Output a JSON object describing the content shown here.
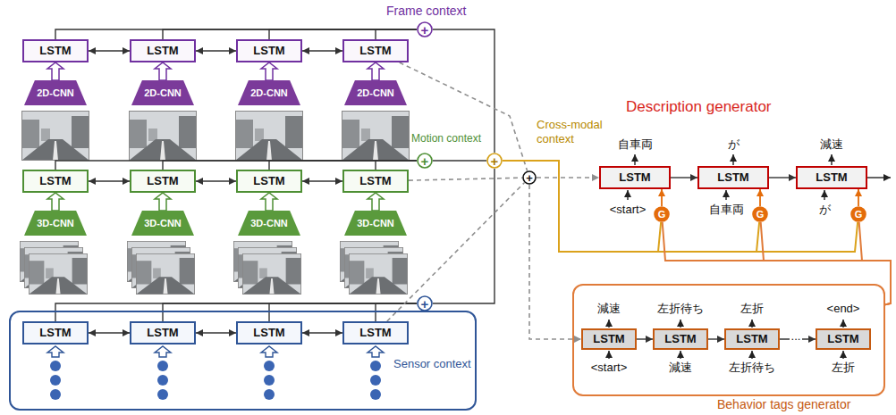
{
  "diagram": {
    "nodes": [
      {
        "text": [
          "LSTM"
        ]
      },
      {
        "text": [
          "LSTM"
        ]
      },
      {
        "text": [
          "LSTM"
        ]
      },
      {
        "text": [
          "LSTM"
        ]
      },
      {
        "text": [
          "2D-CNN"
        ]
      },
      {
        "text": [
          "2D-CNN"
        ]
      },
      {
        "text": [
          "2D-CNN"
        ]
      },
      {
        "text": [
          "2D-CNN"
        ]
      },
      {
        "text": [
          "+"
        ]
      },
      {
        "text": [
          "LSTM"
        ]
      },
      {
        "text": [
          "LSTM"
        ]
      },
      {
        "text": [
          "LSTM"
        ]
      },
      {
        "text": [
          "LSTM"
        ]
      },
      {
        "text": [
          "3D-CNN"
        ]
      },
      {
        "text": [
          "3D-CNN"
        ]
      },
      {
        "text": [
          "3D-CNN"
        ]
      },
      {
        "text": [
          "3D-CNN"
        ]
      },
      {
        "text": [
          "+"
        ]
      },
      {
        "text": [
          "+"
        ]
      },
      {
        "text": [
          "+"
        ]
      },
      {
        "text": [
          "Sensor context"
        ]
      },
      {
        "text": [
          "LSTM"
        ],
        "in": 20
      },
      {
        "text": [
          "LSTM"
        ],
        "in": 20
      },
      {
        "text": [
          "LSTM"
        ],
        "in": 20
      },
      {
        "text": [
          "LSTM"
        ],
        "in": 20
      },
      {
        "text": [
          "+"
        ]
      },
      {
        "text": [
          "LSTM"
        ]
      },
      {
        "text": [
          "LSTM"
        ]
      },
      {
        "text": [
          "LSTM"
        ]
      },
      {
        "text": [
          "G"
        ]
      },
      {
        "text": [
          "G"
        ]
      },
      {
        "text": [
          "G"
        ]
      },
      {
        "text": [
          "Behavior tags generator"
        ]
      },
      {
        "text": [
          "LSTM"
        ],
        "in": 32
      },
      {
        "text": [
          "LSTM"
        ],
        "in": 32
      },
      {
        "text": [
          "LSTM"
        ],
        "in": 32
      },
      {
        "text": [
          "LSTM"
        ],
        "in": 32
      }
    ],
    "edges": [
      {
        "from": 0,
        "to": 1,
        "arrow": "both"
      },
      {
        "from": 1,
        "to": 2,
        "arrow": "both"
      },
      {
        "from": 2,
        "to": 3,
        "arrow": "both"
      },
      {
        "from": 4,
        "to": 0,
        "arrow": "to"
      },
      {
        "from": 5,
        "to": 1,
        "arrow": "to"
      },
      {
        "from": 6,
        "to": 2,
        "arrow": "to"
      },
      {
        "from": 7,
        "to": 3,
        "arrow": "to"
      },
      {
        "from": 0,
        "to": 8,
        "arrow": "none"
      },
      {
        "from": 1,
        "to": 8,
        "arrow": "none"
      },
      {
        "from": 2,
        "to": 8,
        "arrow": "none"
      },
      {
        "from": 3,
        "to": 8,
        "arrow": "none"
      },
      {
        "from": 9,
        "to": 10,
        "arrow": "both"
      },
      {
        "from": 10,
        "to": 11,
        "arrow": "both"
      },
      {
        "from": 11,
        "to": 12,
        "arrow": "both"
      },
      {
        "from": 13,
        "to": 9,
        "arrow": "to"
      },
      {
        "from": 14,
        "to": 10,
        "arrow": "to"
      },
      {
        "from": 15,
        "to": 11,
        "arrow": "to"
      },
      {
        "from": 16,
        "to": 12,
        "arrow": "to"
      },
      {
        "from": 9,
        "to": 17,
        "arrow": "none"
      },
      {
        "from": 10,
        "to": 17,
        "arrow": "none"
      },
      {
        "from": 11,
        "to": 17,
        "arrow": "none"
      },
      {
        "from": 12,
        "to": 17,
        "arrow": "none"
      },
      {
        "from": 21,
        "to": 22,
        "arrow": "both"
      },
      {
        "from": 22,
        "to": 23,
        "arrow": "both"
      },
      {
        "from": 23,
        "to": 24,
        "arrow": "both"
      },
      {
        "from": 21,
        "to": 25,
        "arrow": "none"
      },
      {
        "from": 22,
        "to": 25,
        "arrow": "none"
      },
      {
        "from": 23,
        "to": 25,
        "arrow": "none"
      },
      {
        "from": 24,
        "to": 25,
        "arrow": "none"
      },
      {
        "from": 8,
        "to": 18,
        "arrow": "none"
      },
      {
        "from": 17,
        "to": 18,
        "arrow": "none"
      },
      {
        "from": 25,
        "to": 18,
        "arrow": "none"
      },
      {
        "from": 3,
        "to": 19,
        "arrow": "none"
      },
      {
        "from": 12,
        "to": 19,
        "arrow": "none"
      },
      {
        "from": 24,
        "to": 19,
        "arrow": "none"
      },
      {
        "from": 19,
        "to": 26,
        "arrow": "to"
      },
      {
        "from": 19,
        "to": 33,
        "arrow": "to"
      },
      {
        "from": 18,
        "to": 29,
        "arrow": "none"
      },
      {
        "from": 18,
        "to": 30,
        "arrow": "none"
      },
      {
        "from": 18,
        "to": 31,
        "arrow": "none"
      },
      {
        "from": 32,
        "to": 29,
        "arrow": "none"
      },
      {
        "from": 32,
        "to": 30,
        "arrow": "none"
      },
      {
        "from": 32,
        "to": 31,
        "arrow": "none"
      },
      {
        "from": 29,
        "to": 26,
        "arrow": "to"
      },
      {
        "from": 30,
        "to": 27,
        "arrow": "to"
      },
      {
        "from": 31,
        "to": 28,
        "arrow": "to"
      },
      {
        "from": 26,
        "to": 27,
        "arrow": "to"
      },
      {
        "from": 27,
        "to": 28,
        "arrow": "to"
      },
      {
        "from": 33,
        "to": 34,
        "arrow": "to"
      },
      {
        "from": 34,
        "to": 35,
        "arrow": "to"
      },
      {
        "from": 35,
        "to": 36,
        "label": "...",
        "arrow": "to"
      }
    ],
    "labels": [
      "Frame context",
      "Motion context",
      "Cross-modal context",
      "Description generator",
      "自車両",
      "が",
      "減速",
      "<start>",
      "自車両",
      "が",
      "減速",
      "左折待ち",
      "左折",
      "<end>",
      "<start>",
      "減速",
      "左折待ち",
      "左折"
    ]
  }
}
